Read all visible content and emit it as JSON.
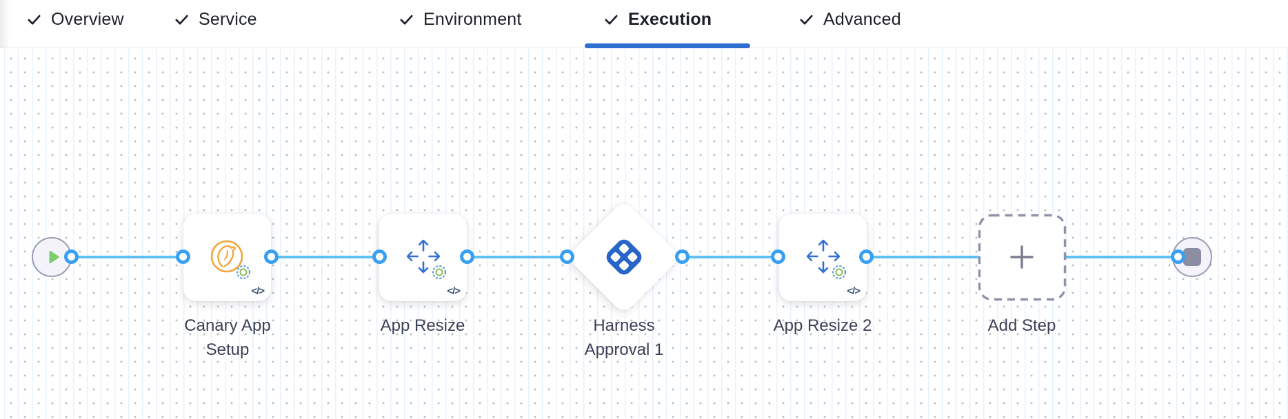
{
  "header": {
    "tabs": [
      {
        "label": "Overview",
        "completed": true,
        "active": false
      },
      {
        "label": "Service",
        "completed": true,
        "active": false
      },
      {
        "label": "Environment",
        "completed": true,
        "active": false
      },
      {
        "label": "Execution",
        "completed": true,
        "active": true
      },
      {
        "label": "Advanced",
        "completed": true,
        "active": false
      }
    ]
  },
  "pipeline": {
    "nodes": [
      {
        "id": "start",
        "kind": "start-node",
        "icon": "play-icon",
        "label": ""
      },
      {
        "id": "canary_app_setup",
        "kind": "step",
        "icon": "canary-icon",
        "label": "Canary App Setup",
        "code_badge": "</>"
      },
      {
        "id": "app_resize",
        "kind": "step",
        "icon": "resize-arrows-icon",
        "label": "App Resize",
        "code_badge": "</>"
      },
      {
        "id": "harness_approval_1",
        "kind": "approval-step",
        "icon": "harness-logo-icon",
        "label": "Harness Approval 1"
      },
      {
        "id": "app_resize_2",
        "kind": "step",
        "icon": "resize-arrows-icon",
        "label": "App Resize 2",
        "code_badge": "</>"
      },
      {
        "id": "add_step",
        "kind": "add-step",
        "icon": "plus-icon",
        "label": "Add Step"
      },
      {
        "id": "end",
        "kind": "end-node",
        "icon": "stop-icon",
        "label": ""
      }
    ]
  },
  "colors": {
    "active_tab_underline": "#2e6ed2",
    "connector_line": "#5fc1f3",
    "connector_point": "#389ff1",
    "canary_orange": "#f2a73e",
    "step_icon_blue": "#2e6fd8",
    "harness_logo_blue": "#2765c8",
    "label_text": "#3e4057"
  }
}
